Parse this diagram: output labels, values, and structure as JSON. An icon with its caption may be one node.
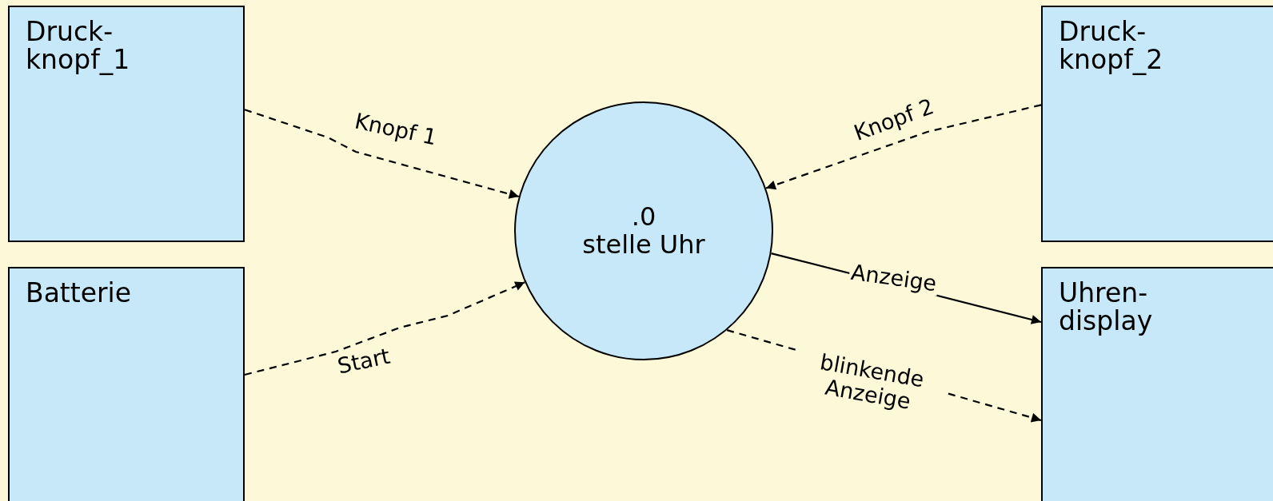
{
  "diagram": {
    "nodes": [
      {
        "text": [
          "Druck- knopf_1"
        ]
      },
      {
        "text": [
          ".0",
          "stelle Uhr"
        ]
      },
      {
        "text": [
          "Druck- knopf_2"
        ]
      },
      {
        "text": [
          "Batterie"
        ]
      },
      {
        "text": [
          "Uhren- display"
        ]
      }
    ],
    "edges": [
      {
        "from": 0,
        "to": 1,
        "arrow": "to",
        "label": "Knopf 1",
        "style": "dashed"
      },
      {
        "from": 2,
        "to": 1,
        "arrow": "to",
        "label": "Knopf 2",
        "style": "dashed"
      },
      {
        "from": 3,
        "to": 1,
        "arrow": "to",
        "label": "Start",
        "style": "dashed"
      },
      {
        "from": 1,
        "to": 4,
        "arrow": "to",
        "label": "Anzeige"
      },
      {
        "from": 1,
        "to": 4,
        "arrow": "to",
        "label": "blinkende Anzeige",
        "style": "dashed"
      }
    ]
  }
}
